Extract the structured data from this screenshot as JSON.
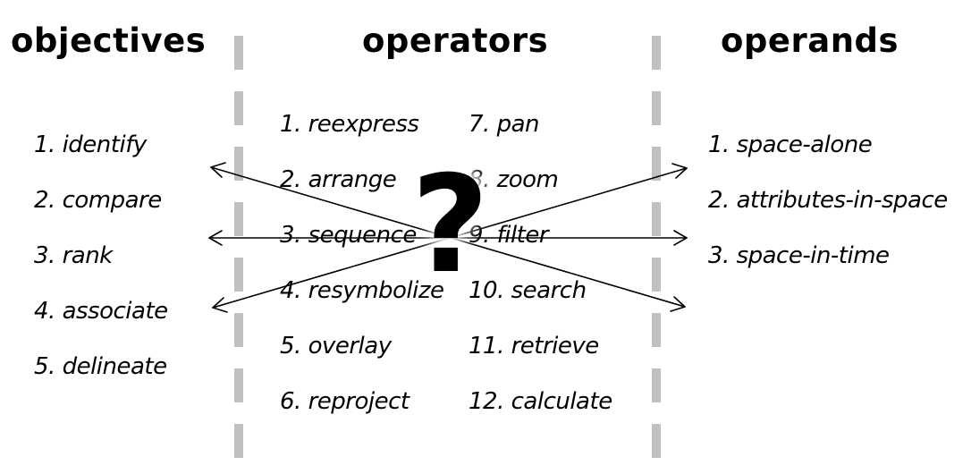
{
  "headings": {
    "objectives": "objectives",
    "operators": "operators",
    "operands": "operands"
  },
  "objectives": [
    "1. identify",
    "2. compare",
    "3. rank",
    "4. associate",
    "5. delineate"
  ],
  "operators_left": [
    "1. reexpress",
    "2. arrange",
    "3. sequence",
    "4. resymbolize",
    "5. overlay",
    "6. reproject"
  ],
  "operators_right": [
    "7. pan",
    "8. zoom",
    "9. filter",
    "10. search",
    "11. retrieve",
    "12. calculate"
  ],
  "operands": [
    "1. space-alone",
    "2. attributes-in-space",
    "3. space-in-time"
  ],
  "question_mark": "?",
  "colors": {
    "divider": "#c0c0c0",
    "text": "#000000",
    "arrow": "#000000"
  }
}
